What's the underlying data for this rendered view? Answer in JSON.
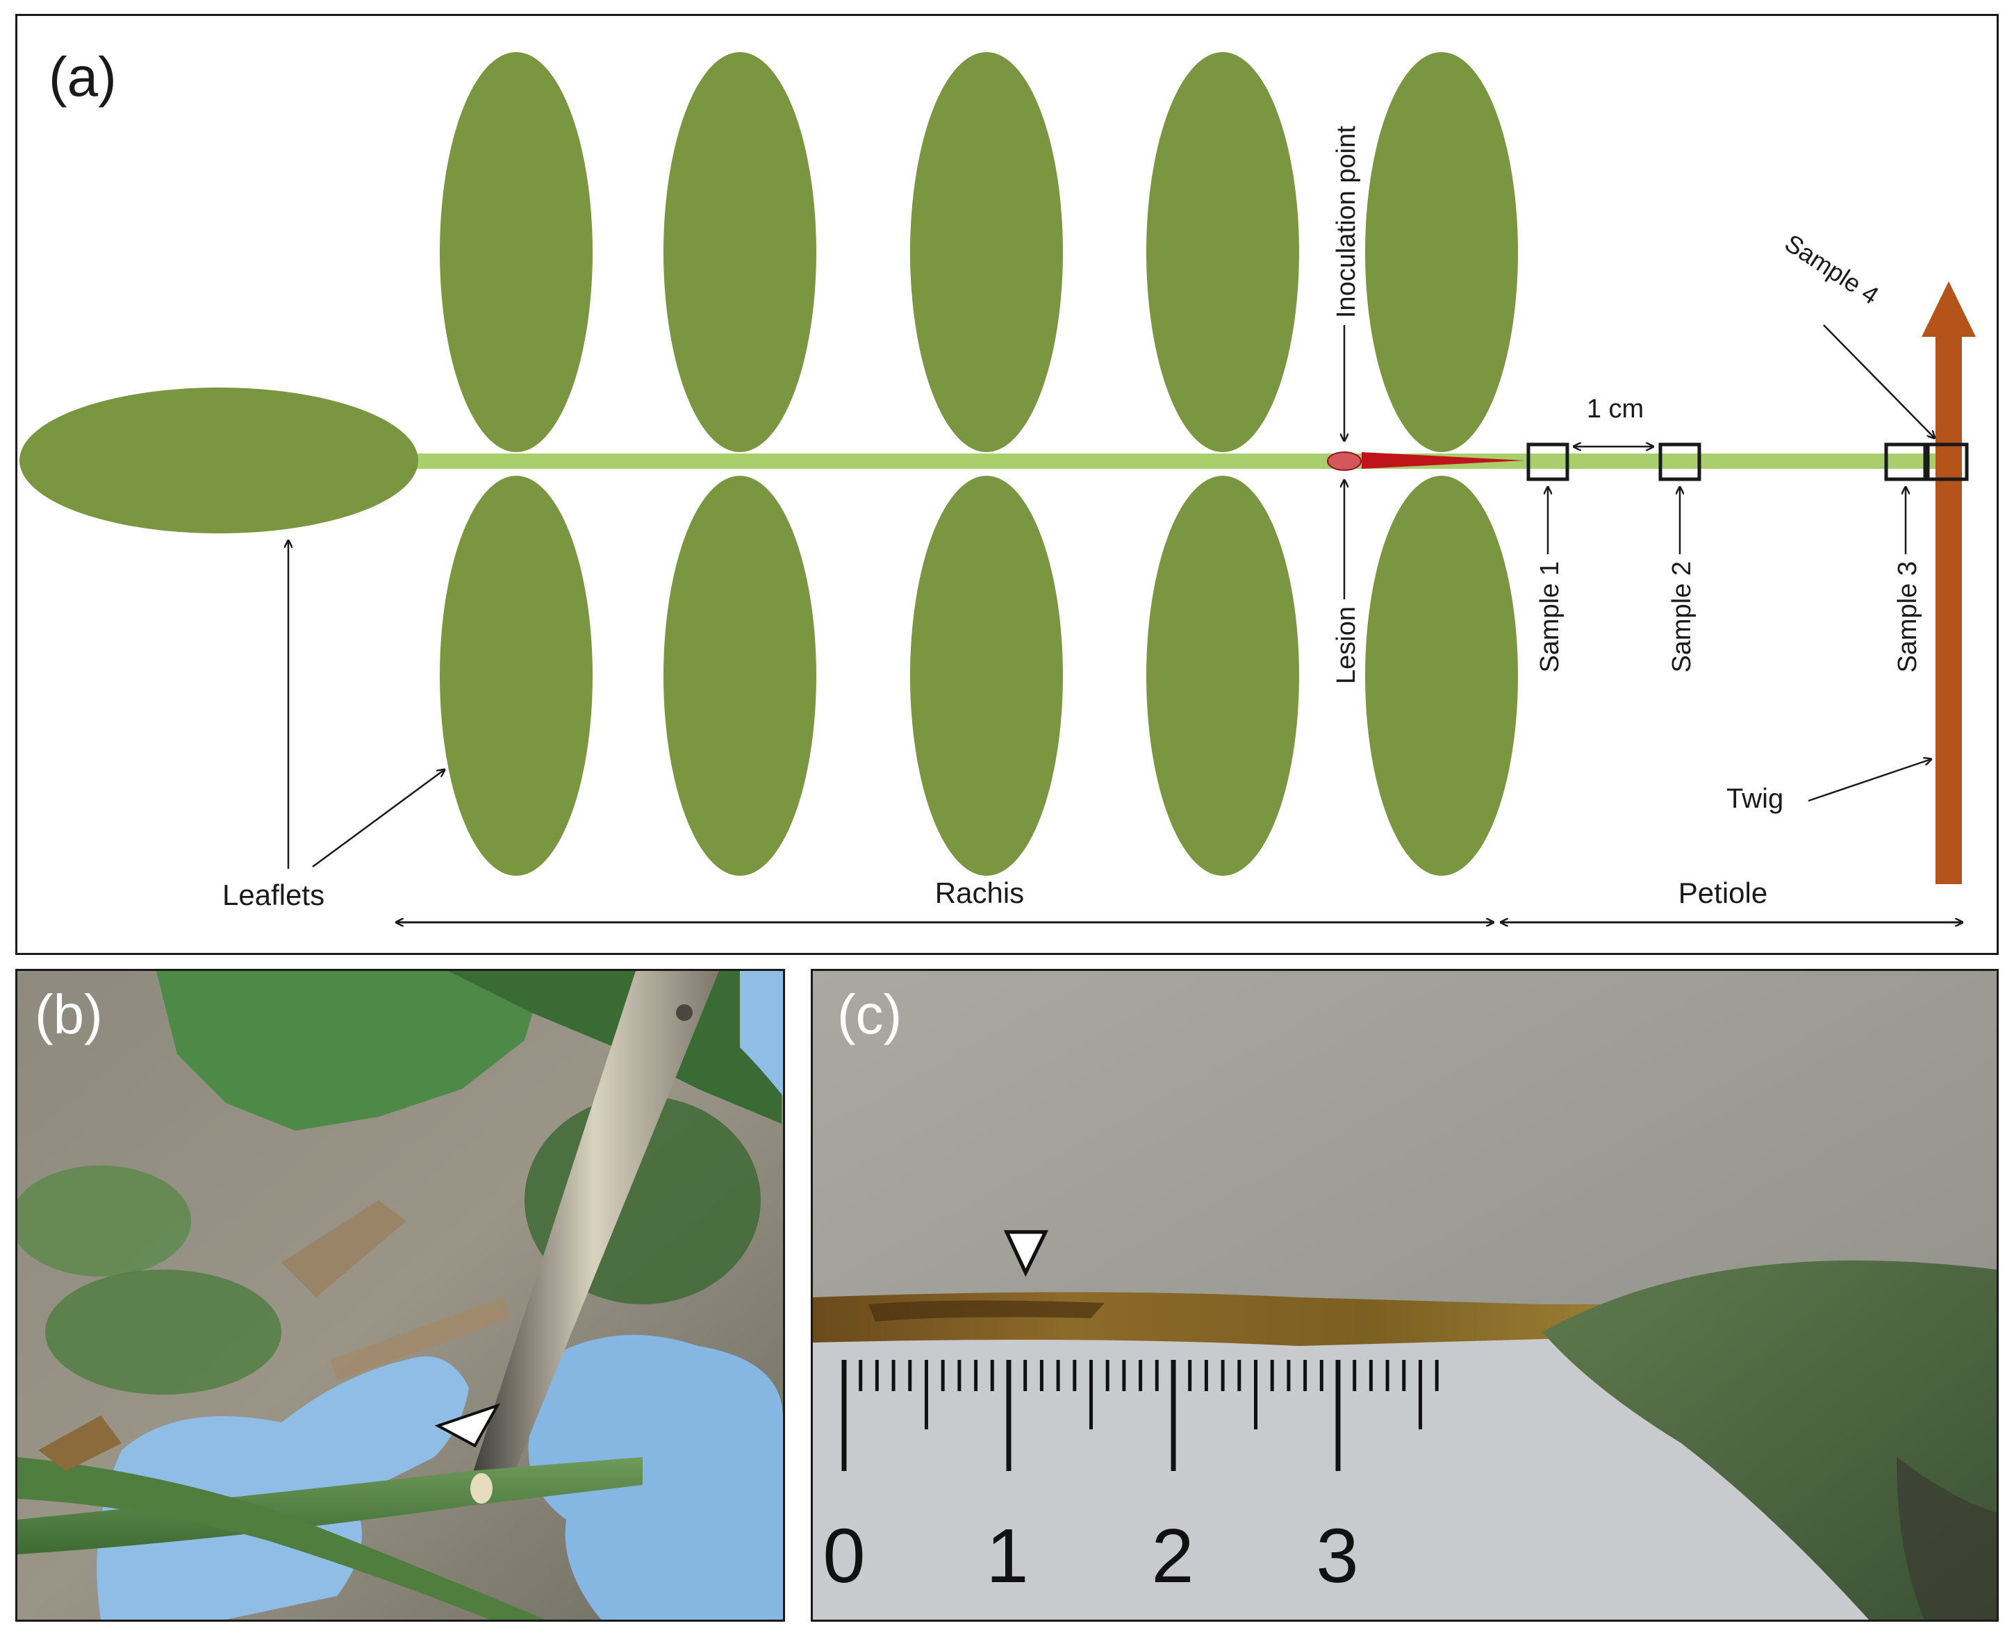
{
  "panel_a": {
    "label": "(a)",
    "annotations": {
      "leaflets": "Leaflets",
      "rachis": "Rachis",
      "petiole": "Petiole",
      "inoculation_point": "Inoculation point",
      "lesion": "Lesion",
      "sample_1": "Sample 1",
      "sample_2": "Sample 2",
      "sample_3": "Sample 3",
      "sample_4": "Sample 4",
      "twig": "Twig",
      "distance": "1 cm"
    }
  },
  "panel_b": {
    "label": "(b)"
  },
  "panel_c": {
    "label": "(c)",
    "ruler_numbers": [
      "0",
      "1",
      "2",
      "3"
    ]
  },
  "colors": {
    "leaflet": "#7b9640",
    "rachis": "#a9cf6d",
    "lesion": "#c0141b",
    "twig": "#b4531a",
    "glove": "#8fbde6",
    "ruler": "#c9cace"
  }
}
